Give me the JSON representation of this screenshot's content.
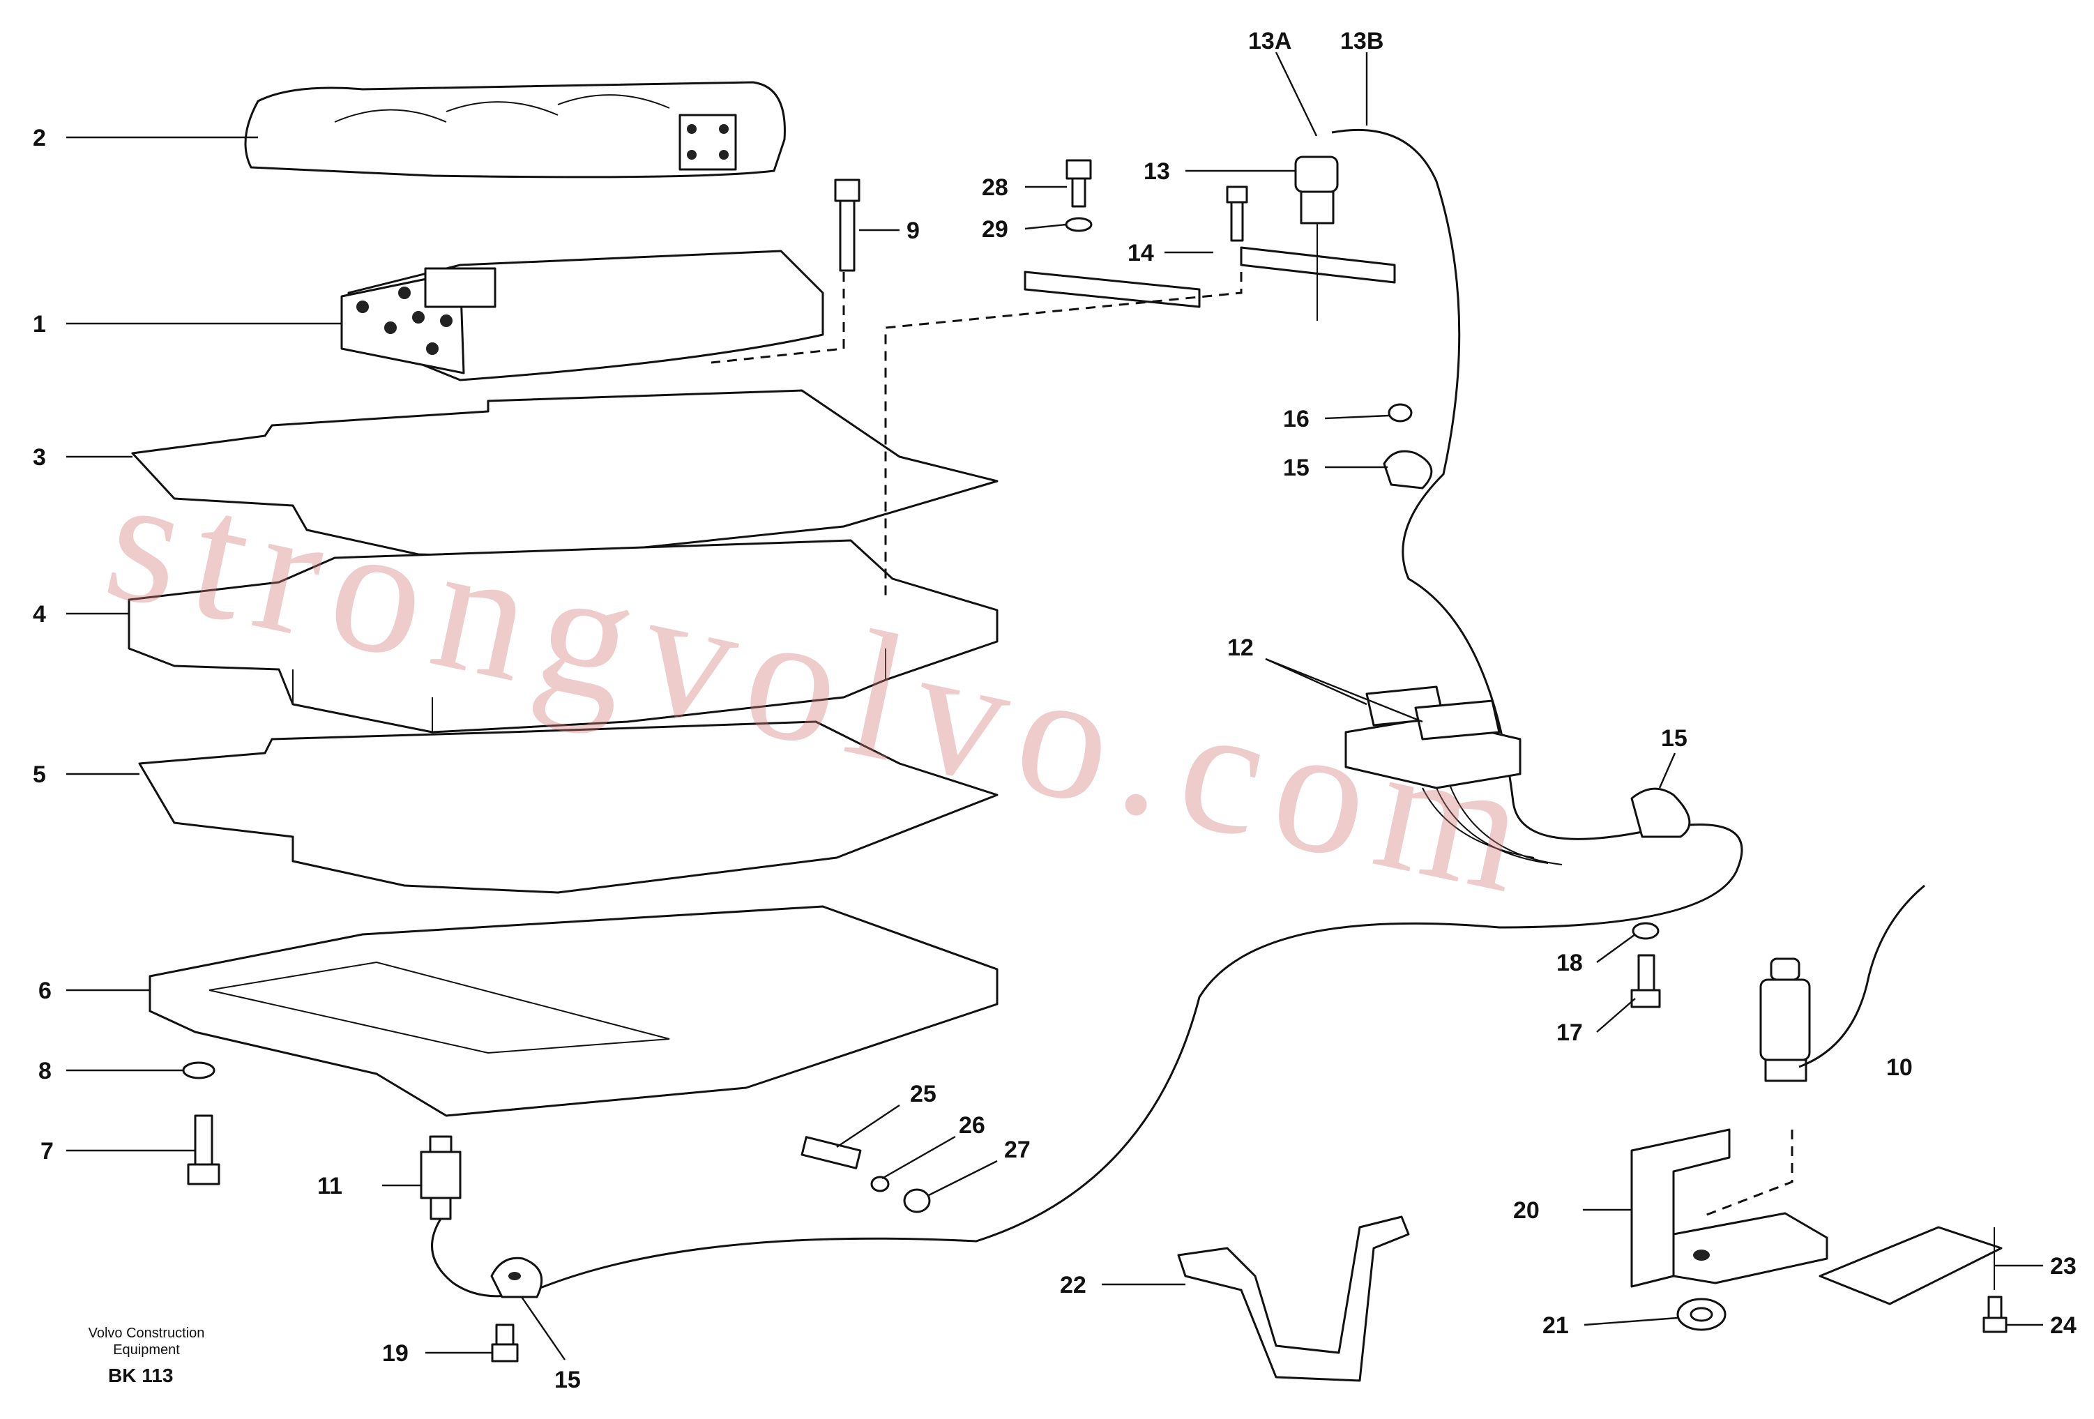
{
  "callouts": [
    {
      "label": "2"
    },
    {
      "label": "1"
    },
    {
      "label": "3"
    },
    {
      "label": "4"
    },
    {
      "label": "5"
    },
    {
      "label": "6"
    },
    {
      "label": "8"
    },
    {
      "label": "7"
    },
    {
      "label": "9"
    },
    {
      "label": "11"
    },
    {
      "label": "19"
    },
    {
      "label": "15"
    },
    {
      "label": "25"
    },
    {
      "label": "26"
    },
    {
      "label": "27"
    },
    {
      "label": "28"
    },
    {
      "label": "29"
    },
    {
      "label": "14"
    },
    {
      "label": "13"
    },
    {
      "label": "13A"
    },
    {
      "label": "13B"
    },
    {
      "label": "16"
    },
    {
      "label": "15"
    },
    {
      "label": "12"
    },
    {
      "label": "15"
    },
    {
      "label": "18"
    },
    {
      "label": "17"
    },
    {
      "label": "10"
    },
    {
      "label": "20"
    },
    {
      "label": "21"
    },
    {
      "label": "22"
    },
    {
      "label": "23"
    },
    {
      "label": "24"
    }
  ],
  "footer": {
    "company_line1": "Volvo Construction",
    "company_line2": "Equipment",
    "code": "BK 113"
  },
  "watermark": "strongvolvo.com",
  "colors": {
    "line": "#111111",
    "watermark": "#d67878"
  }
}
